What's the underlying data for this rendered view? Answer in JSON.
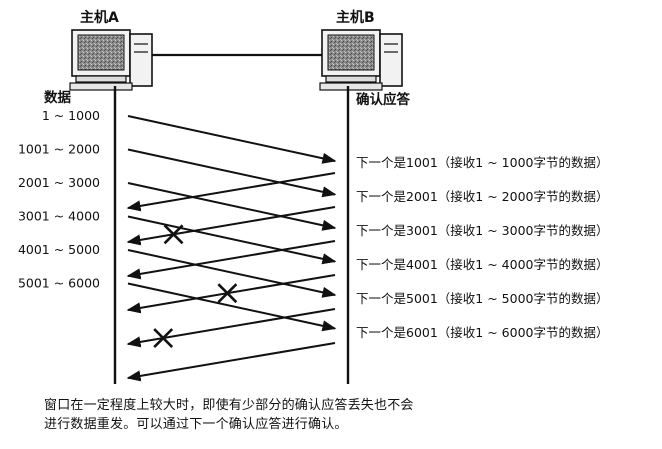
{
  "hosts": {
    "left": {
      "name": "主机A",
      "column_label": "数据"
    },
    "right": {
      "name": "主机B",
      "column_label": "确认应答"
    }
  },
  "data_segments": [
    {
      "label": "1 ~ 1000"
    },
    {
      "label": "1001 ~ 2000"
    },
    {
      "label": "2001 ~ 3000"
    },
    {
      "label": "3001 ~ 4000"
    },
    {
      "label": "4001 ~ 5000"
    },
    {
      "label": "5001 ~ 6000"
    }
  ],
  "acks": [
    {
      "label": "下一个是1001（接收1 ~ 1000字节的数据）",
      "lost": false
    },
    {
      "label": "下一个是2001（接收1 ~ 2000字节的数据）",
      "lost": true
    },
    {
      "label": "下一个是3001（接收1 ~ 3000字节的数据）",
      "lost": false
    },
    {
      "label": "下一个是4001（接收1 ~ 4000字节的数据）",
      "lost": true
    },
    {
      "label": "下一个是5001（接收1 ~ 5000字节的数据）",
      "lost": true
    },
    {
      "label": "下一个是6001（接收1 ~ 6000字节的数据）",
      "lost": false
    }
  ],
  "caption": {
    "line1": "窗口在一定程度上较大时，即使有少部分的确认应答丢失也不会",
    "line2": "进行数据重发。可以通过下一个确认应答进行确认。"
  },
  "icons": {
    "computer": "computer-icon",
    "loss": "cross-mark-icon"
  },
  "colors": {
    "ink": "#111111",
    "screen": "#7a7a7a",
    "background": "#ffffff"
  }
}
